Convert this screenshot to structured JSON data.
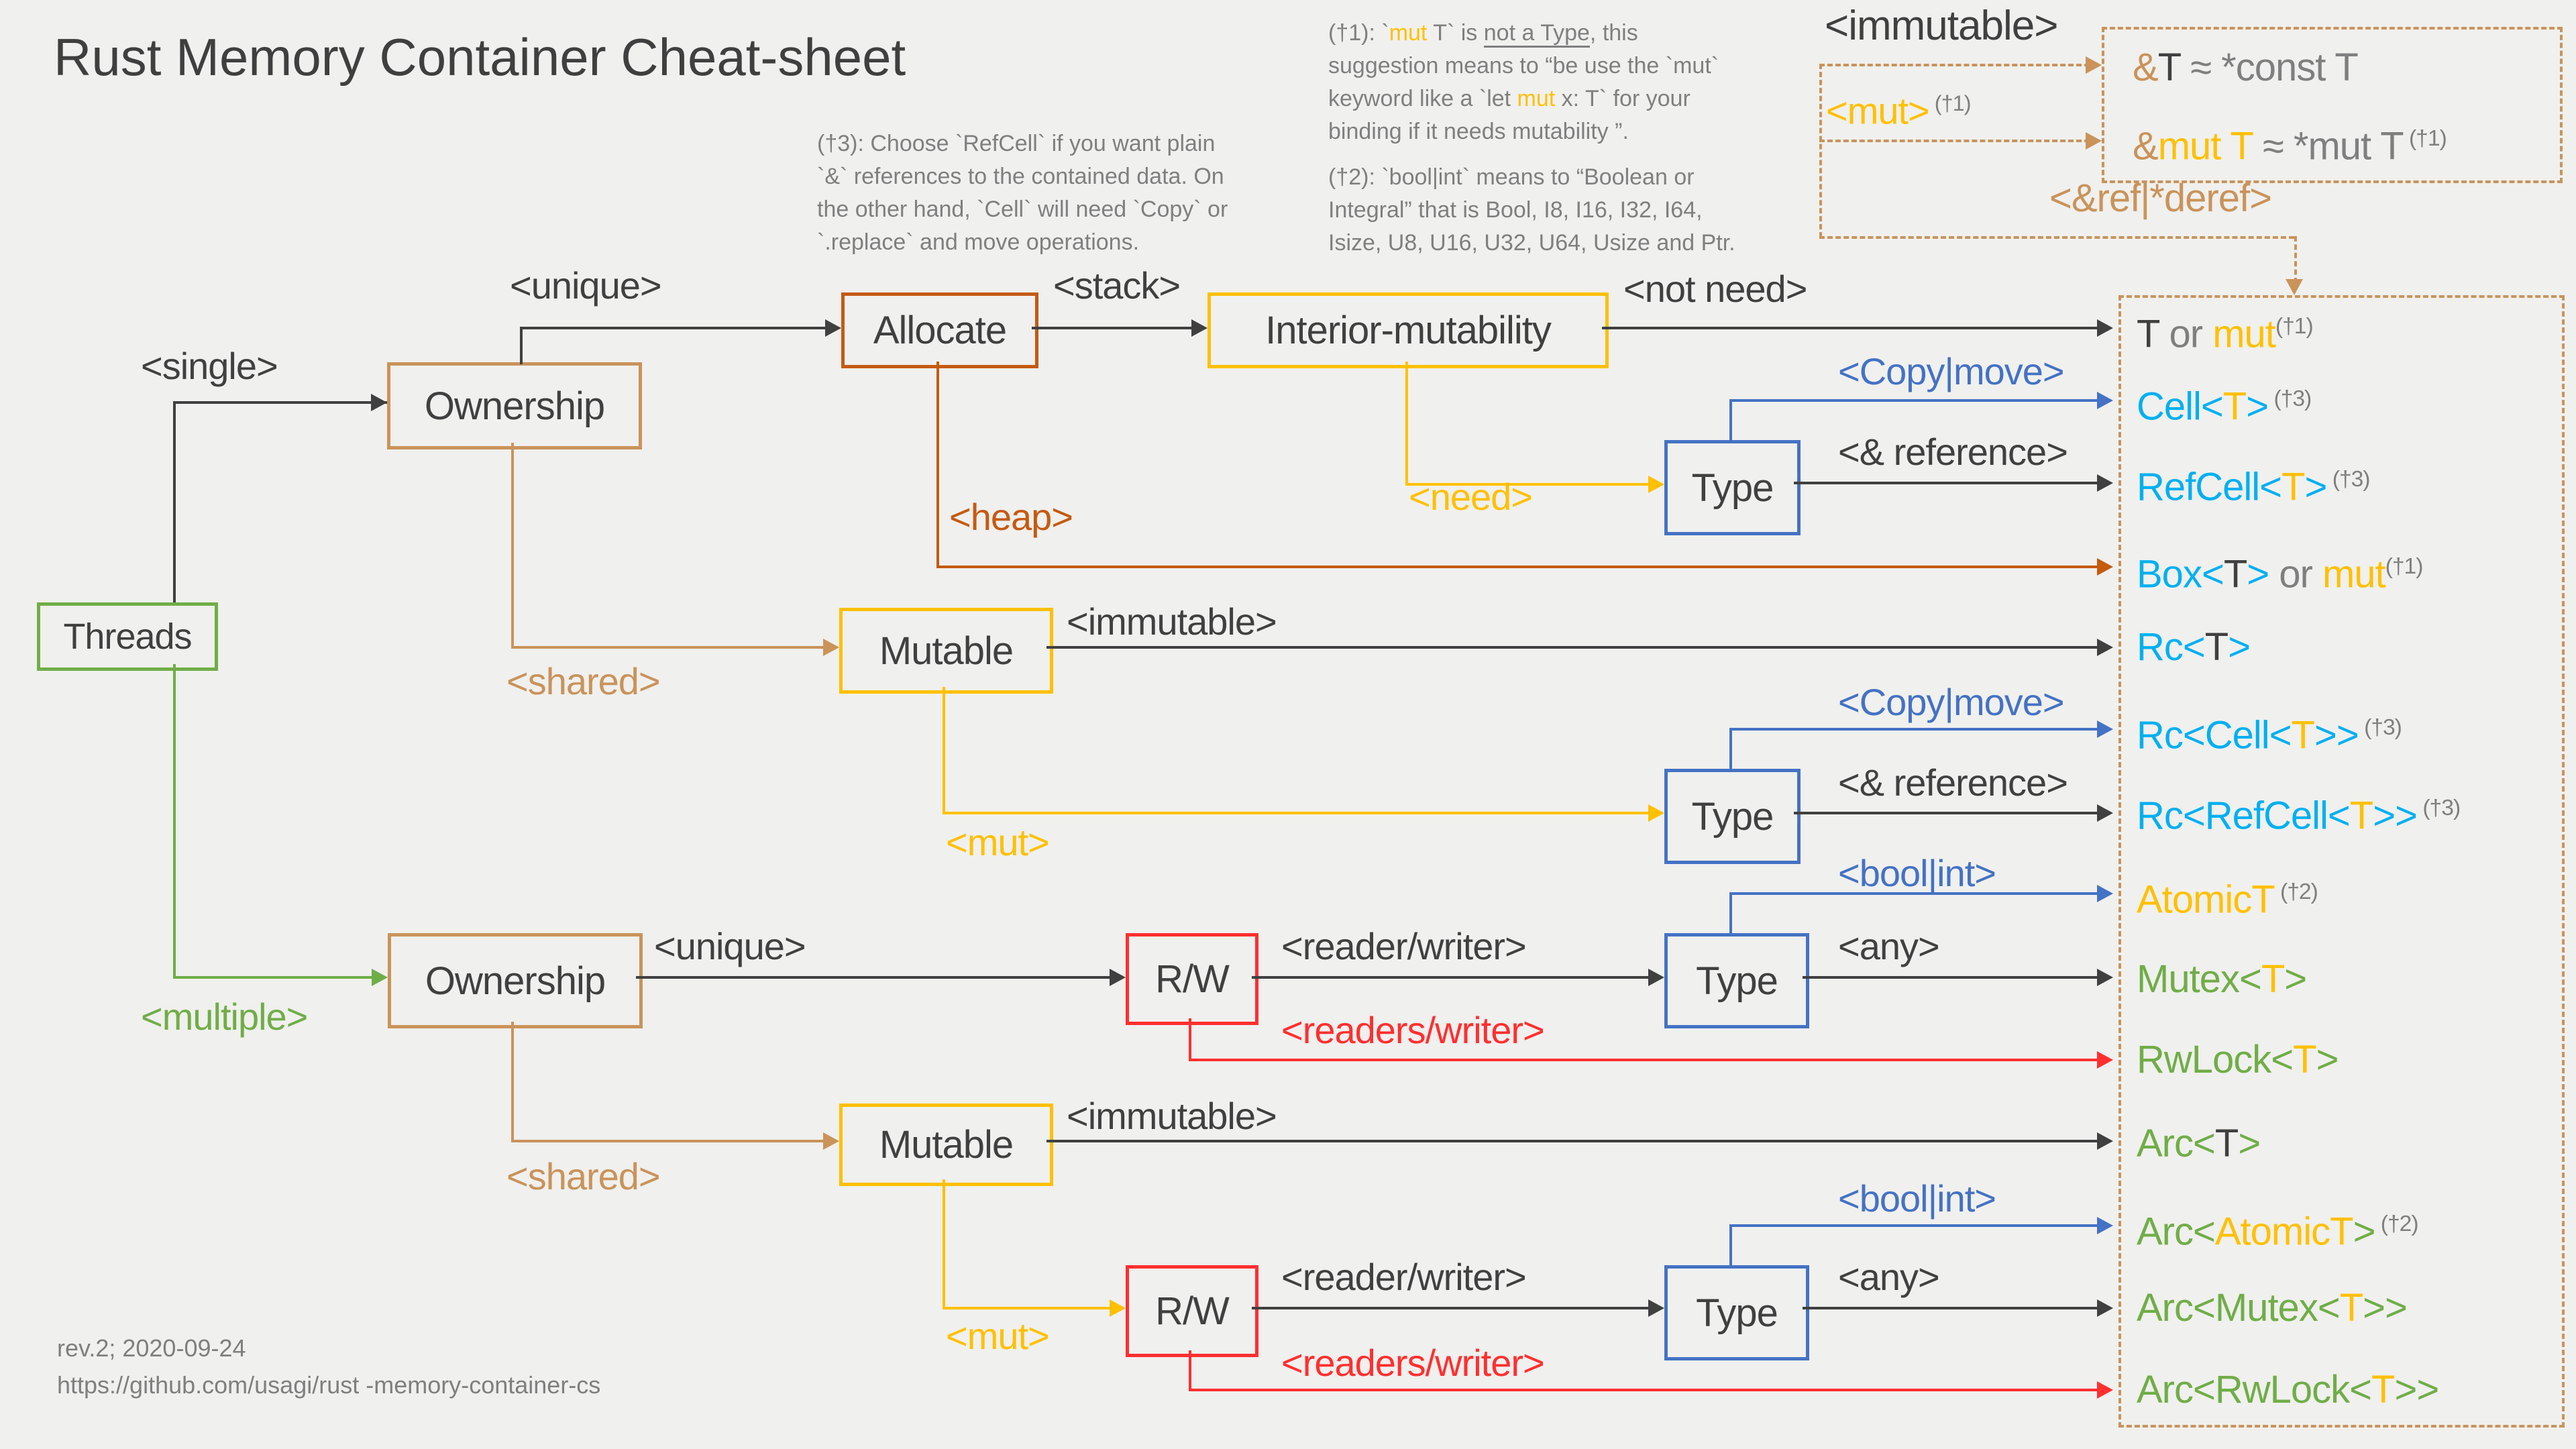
{
  "title": "Rust Memory Container Cheat-sheet",
  "colors": {
    "yellow": "#FFC000",
    "cyan": "#00B0F0",
    "green": "#70AD47",
    "tan": "#C9935A",
    "orange": "#C55A11",
    "blue": "#4472C4",
    "red": "#FF2F2F",
    "dark": "#404040",
    "gray": "#7F7F7F",
    "background": "#F0F0EE"
  },
  "footer": {
    "rev": "rev.2; 2020-09-24",
    "url": "https://github.com/usagi/rust -memory-container-cs"
  },
  "notes": {
    "t3": {
      "lines": [
        "(†3): Choose `RefCell` if you want plain",
        "`&` references to the contained data. On",
        "the other hand, `Cell` will need `Copy` or",
        "`.replace` and move operations."
      ]
    },
    "t1": {
      "lines": [
        [
          {
            "t": "(†1): `",
            "c": "gray"
          },
          {
            "t": "mut",
            "c": "yellow"
          },
          {
            "t": " T` is ",
            "c": "gray"
          },
          {
            "t": "not a Type",
            "c": "gray",
            "u": true
          },
          {
            "t": ", this",
            "c": "gray"
          }
        ],
        [
          {
            "t": "suggestion means to “be use the `mut`",
            "c": "gray"
          }
        ],
        [
          {
            "t": "keyword like a `let  ",
            "c": "gray"
          },
          {
            "t": "mut",
            "c": "yellow"
          },
          {
            "t": " x: T` for your",
            "c": "gray"
          }
        ],
        [
          {
            "t": "binding if it needs mutability ”.",
            "c": "gray"
          }
        ]
      ]
    },
    "t2": {
      "lines": [
        "(†2): `bool|int` means to “Boolean or",
        "Integral” that is Bool, I8, I16, I32, I64,",
        "Isize, U8, U16, U32, U64,  Usize and Ptr."
      ]
    }
  },
  "top_right": {
    "immutable": "<immutable>",
    "mut_segs": [
      {
        "t": "<mut>",
        "c": "yellow"
      },
      {
        "t": " (†1)",
        "c": "gray",
        "sup": true
      }
    ],
    "ref_deref": "<&ref|*deref>",
    "eq1": [
      {
        "t": "&",
        "c": "tan"
      },
      {
        "t": "T",
        "c": "dark"
      },
      {
        "t": " ≈ *const T",
        "c": "gray"
      }
    ],
    "eq2": [
      {
        "t": "&",
        "c": "tan"
      },
      {
        "t": "mut T",
        "c": "yellow"
      },
      {
        "t": " ≈ *mut T",
        "c": "gray"
      },
      {
        "t": " (†1)",
        "c": "gray",
        "sup": true
      }
    ]
  },
  "nodes": {
    "threads": "Threads",
    "ownership1": "Ownership",
    "ownership2": "Ownership",
    "allocate": "Allocate",
    "interior": "Interior-mutability",
    "mutable1": "Mutable",
    "mutable2": "Mutable",
    "rw1": "R/W",
    "rw2": "R/W",
    "type1": "Type",
    "type2": "Type",
    "type3": "Type",
    "type4": "Type"
  },
  "edges": {
    "single": "<single>",
    "multiple": "<multiple>",
    "unique1": "<unique>",
    "unique2": "<unique>",
    "stack": "<stack>",
    "not_need": "<not need>",
    "heap": "<heap>",
    "need": "<need>",
    "copy_move1": "<Copy|move>",
    "copy_move2": "<Copy|move>",
    "reference1": "<& reference>",
    "reference2": "<& reference>",
    "shared1": "<shared>",
    "shared2": "<shared>",
    "immutable1": "<immutable>",
    "immutable2": "<immutable>",
    "mut1": "<mut>",
    "mut2": "<mut>",
    "bool_int1": "<bool|int>",
    "bool_int2": "<bool|int>",
    "reader_writer1": "<reader/writer>",
    "reader_writer2": "<reader/writer>",
    "readers_writer1": "<readers/writer>",
    "readers_writer2": "<readers/writer>",
    "any1": "<any>",
    "any2": "<any>"
  },
  "results": [
    {
      "segs": [
        {
          "t": "T",
          "c": "dark"
        },
        {
          "t": " or ",
          "c": "gray"
        },
        {
          "t": "mut",
          "c": "yellow"
        },
        {
          "t": "(†1)",
          "c": "gray",
          "sup": true
        }
      ]
    },
    {
      "segs": [
        {
          "t": "Cell<",
          "c": "cyan"
        },
        {
          "t": "T",
          "c": "yellow"
        },
        {
          "t": ">",
          "c": "cyan"
        },
        {
          "t": " (†3)",
          "c": "gray",
          "sup": true
        }
      ]
    },
    {
      "segs": [
        {
          "t": "RefCell<",
          "c": "cyan"
        },
        {
          "t": "T",
          "c": "yellow"
        },
        {
          "t": ">",
          "c": "cyan"
        },
        {
          "t": " (†3)",
          "c": "gray",
          "sup": true
        }
      ]
    },
    {
      "segs": [
        {
          "t": "Box<",
          "c": "cyan"
        },
        {
          "t": "T",
          "c": "dark"
        },
        {
          "t": ">",
          "c": "cyan"
        },
        {
          "t": " or ",
          "c": "gray"
        },
        {
          "t": "mut",
          "c": "yellow"
        },
        {
          "t": "(†1)",
          "c": "gray",
          "sup": true
        }
      ]
    },
    {
      "segs": [
        {
          "t": "Rc<",
          "c": "cyan"
        },
        {
          "t": "T",
          "c": "dark"
        },
        {
          "t": ">",
          "c": "cyan"
        }
      ]
    },
    {
      "segs": [
        {
          "t": "Rc<Cell<",
          "c": "cyan"
        },
        {
          "t": "T",
          "c": "yellow"
        },
        {
          "t": ">>",
          "c": "cyan"
        },
        {
          "t": " (†3)",
          "c": "gray",
          "sup": true
        }
      ]
    },
    {
      "segs": [
        {
          "t": "Rc<RefCell<",
          "c": "cyan"
        },
        {
          "t": "T",
          "c": "yellow"
        },
        {
          "t": ">>",
          "c": "cyan"
        },
        {
          "t": " (†3)",
          "c": "gray",
          "sup": true
        }
      ]
    },
    {
      "segs": [
        {
          "t": "AtomicT",
          "c": "yellow"
        },
        {
          "t": " (†2)",
          "c": "gray",
          "sup": true
        }
      ]
    },
    {
      "segs": [
        {
          "t": "Mutex<",
          "c": "green"
        },
        {
          "t": "T",
          "c": "yellow"
        },
        {
          "t": ">",
          "c": "green"
        }
      ]
    },
    {
      "segs": [
        {
          "t": "RwLock<",
          "c": "green"
        },
        {
          "t": "T",
          "c": "yellow"
        },
        {
          "t": ">",
          "c": "green"
        }
      ]
    },
    {
      "segs": [
        {
          "t": "Arc<",
          "c": "green"
        },
        {
          "t": "T",
          "c": "dark"
        },
        {
          "t": ">",
          "c": "green"
        }
      ]
    },
    {
      "segs": [
        {
          "t": "Arc<",
          "c": "green"
        },
        {
          "t": "AtomicT",
          "c": "yellow"
        },
        {
          "t": ">",
          "c": "green"
        },
        {
          "t": " (†2)",
          "c": "gray",
          "sup": true
        }
      ]
    },
    {
      "segs": [
        {
          "t": "Arc<Mutex<",
          "c": "green"
        },
        {
          "t": "T",
          "c": "yellow"
        },
        {
          "t": ">>",
          "c": "green"
        }
      ]
    },
    {
      "segs": [
        {
          "t": "Arc<RwLock<",
          "c": "green"
        },
        {
          "t": "T",
          "c": "yellow"
        },
        {
          "t": ">>",
          "c": "green"
        }
      ]
    }
  ]
}
